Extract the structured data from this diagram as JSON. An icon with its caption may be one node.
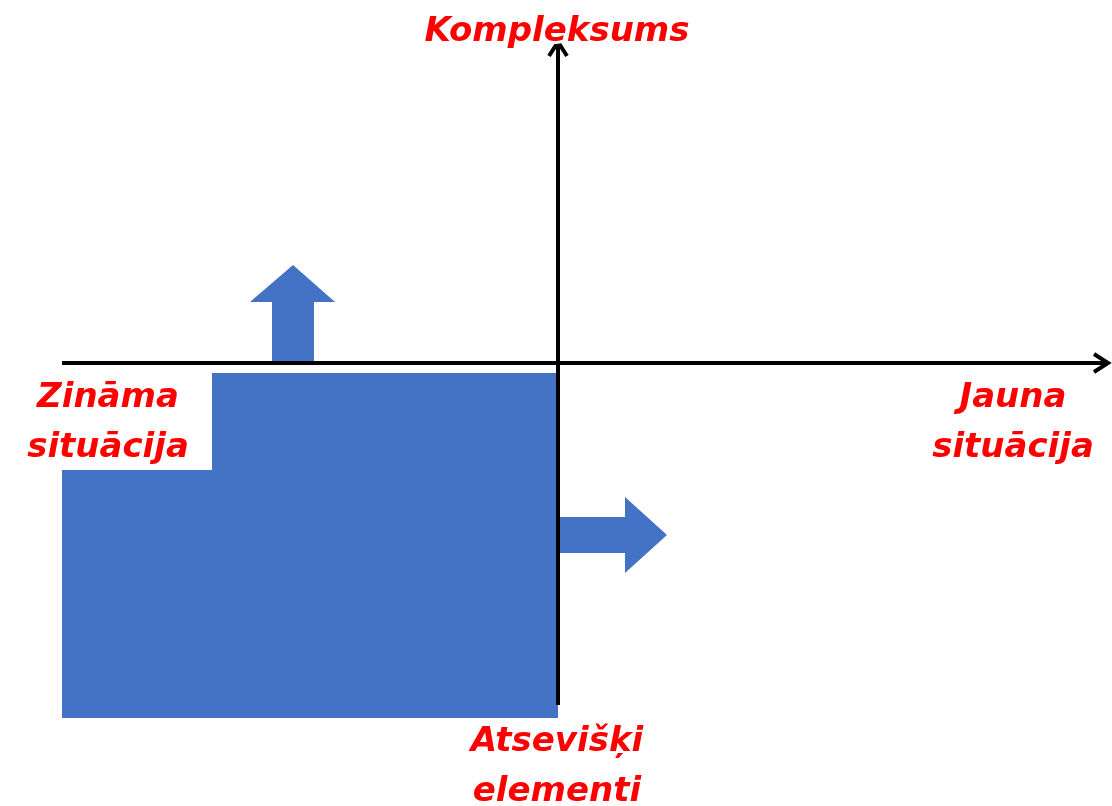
{
  "diagram": {
    "nodes": [
      {
        "text": [],
        "shape": "box"
      }
    ],
    "labels": [
      "Kompleksums",
      "Zināma situācija",
      "Jauna situācija",
      "Atsevišķi elementi"
    ]
  }
}
